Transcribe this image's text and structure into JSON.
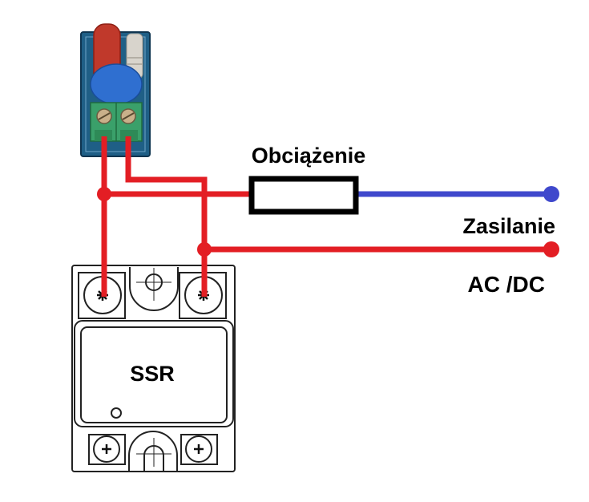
{
  "diagram": {
    "title": "SSR wiring with RC snubber module",
    "labels": {
      "load": "Obciążenie",
      "supply": "Zasilanie",
      "supply_type": "AC /DC",
      "relay": "SSR"
    },
    "colors": {
      "wire_red": "#e31e24",
      "wire_blue": "#3f48cc",
      "outline": "#000000",
      "pcb": "#1f5f86",
      "terminal_green": "#3aa06a",
      "capacitor_blue": "#2f6fd0",
      "capacitor_red": "#c0392b",
      "resistor_gray": "#d8d4cc"
    },
    "components": [
      {
        "id": "rc-snubber-module",
        "kind": "RC snubber module"
      },
      {
        "id": "load",
        "kind": "resistor",
        "label_ref": "load"
      },
      {
        "id": "ssr",
        "kind": "solid state relay",
        "label_ref": "relay"
      },
      {
        "id": "supply",
        "kind": "power terminals",
        "label_ref": "supply"
      }
    ]
  }
}
